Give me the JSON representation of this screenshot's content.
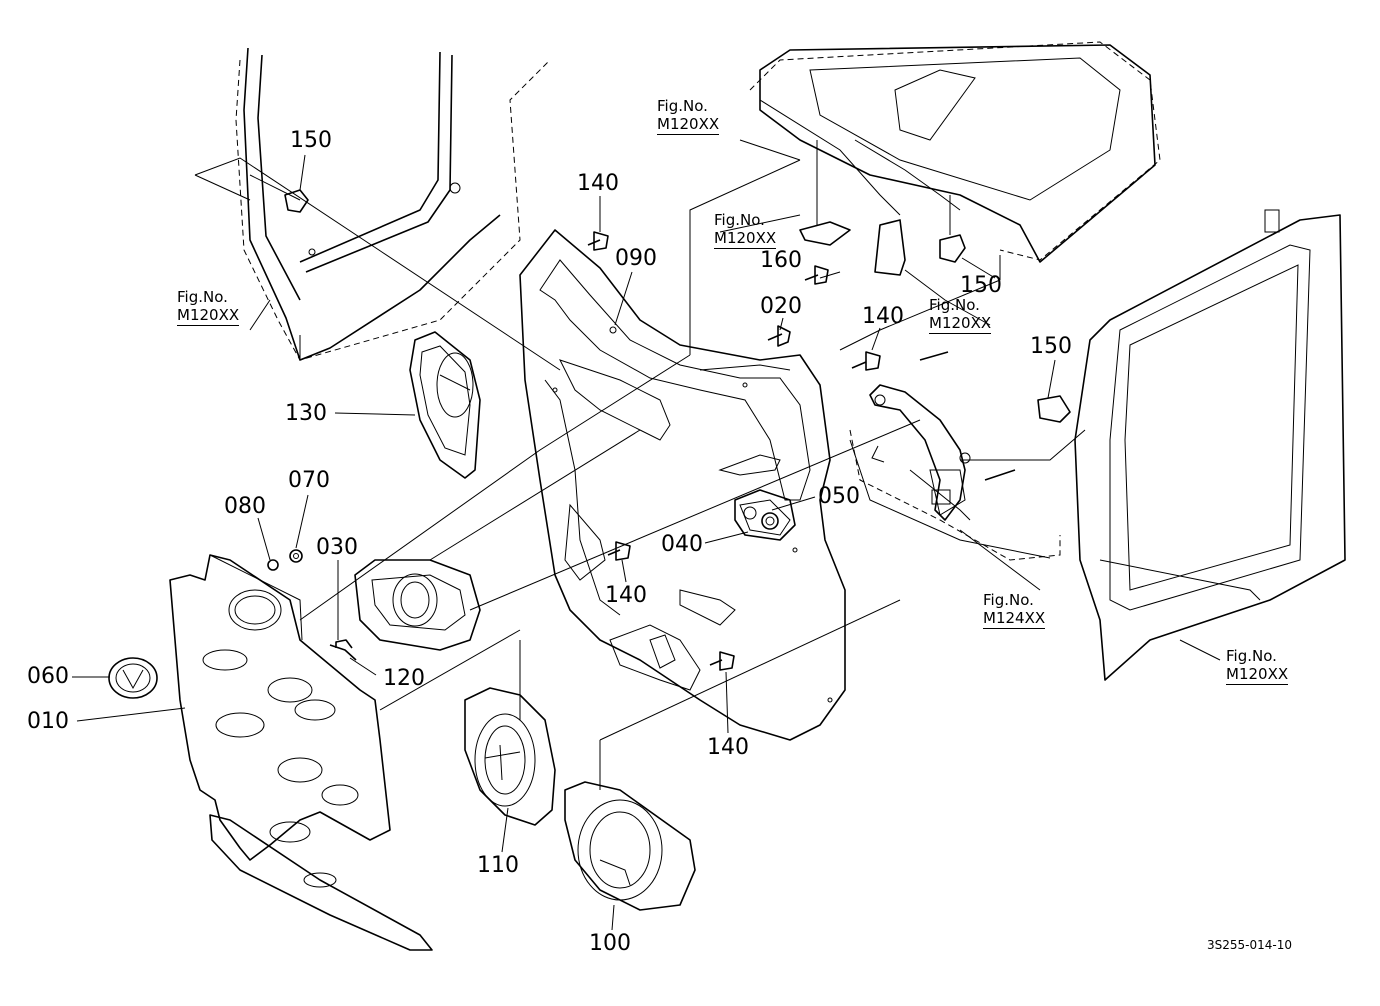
{
  "diagram": {
    "doc_id": "3S255-014-10",
    "part_labels": {
      "p010": "010",
      "p020": "020",
      "p030": "030",
      "p040": "040",
      "p050": "050",
      "p060": "060",
      "p070": "070",
      "p080": "080",
      "p090": "090",
      "p100": "100",
      "p110": "110",
      "p120": "120",
      "p130": "130",
      "p140a": "140",
      "p140b": "140",
      "p140c": "140",
      "p140d": "140",
      "p150a": "150",
      "p150b": "150",
      "p150c": "150",
      "p160": "160"
    },
    "fig_refs": {
      "r1": {
        "prefix": "Fig.No.",
        "ref": "M120XX"
      },
      "r2": {
        "prefix": "Fig.No.",
        "ref": "M120XX"
      },
      "r3": {
        "prefix": "Fig.No.",
        "ref": "M120XX"
      },
      "r4": {
        "prefix": "Fig.No.",
        "ref": "M120XX"
      },
      "r5": {
        "prefix": "Fig.No.",
        "ref": "M124XX"
      },
      "r6": {
        "prefix": "Fig.No.",
        "ref": "M120XX"
      }
    }
  }
}
